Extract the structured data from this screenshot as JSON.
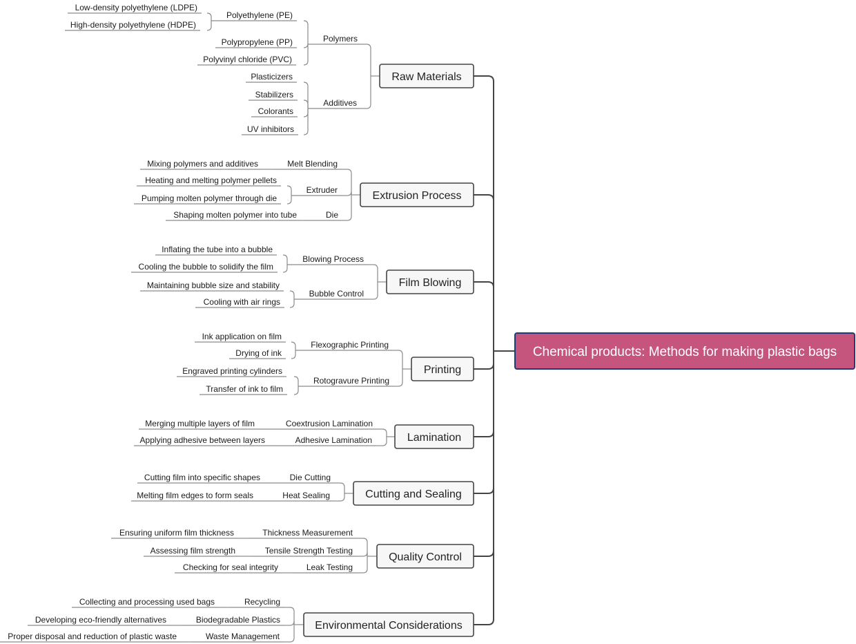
{
  "root": {
    "label": "Chemical products: Methods for making plastic bags",
    "fill_color": "#c5557d",
    "border_color": "#1f3a7a"
  },
  "branches": [
    {
      "label": "Raw Materials",
      "children": [
        {
          "label": "Polymers",
          "children": [
            {
              "label": "Polyethylene (PE)",
              "children": [
                {
                  "label": "Low-density polyethylene (LDPE)"
                },
                {
                  "label": "High-density polyethylene (HDPE)"
                }
              ]
            },
            {
              "label": "Polypropylene (PP)"
            },
            {
              "label": "Polyvinyl chloride (PVC)"
            }
          ]
        },
        {
          "label": "Additives",
          "children": [
            {
              "label": "Plasticizers"
            },
            {
              "label": "Stabilizers"
            },
            {
              "label": "Colorants"
            },
            {
              "label": "UV inhibitors"
            }
          ]
        }
      ]
    },
    {
      "label": "Extrusion Process",
      "children": [
        {
          "label": "Melt Blending",
          "children": [
            {
              "label": "Mixing polymers and additives"
            }
          ]
        },
        {
          "label": "Extruder",
          "children": [
            {
              "label": "Heating and melting polymer pellets"
            },
            {
              "label": "Pumping molten polymer through die"
            }
          ]
        },
        {
          "label": "Die",
          "children": [
            {
              "label": "Shaping molten polymer into tube"
            }
          ]
        }
      ]
    },
    {
      "label": "Film Blowing",
      "children": [
        {
          "label": "Blowing Process",
          "children": [
            {
              "label": "Inflating the tube into a bubble"
            },
            {
              "label": "Cooling the bubble to solidify the film"
            }
          ]
        },
        {
          "label": "Bubble Control",
          "children": [
            {
              "label": "Maintaining bubble size and stability"
            },
            {
              "label": "Cooling with air rings"
            }
          ]
        }
      ]
    },
    {
      "label": "Printing",
      "children": [
        {
          "label": "Flexographic Printing",
          "children": [
            {
              "label": "Ink application on film"
            },
            {
              "label": "Drying of ink"
            }
          ]
        },
        {
          "label": "Rotogravure Printing",
          "children": [
            {
              "label": "Engraved printing cylinders"
            },
            {
              "label": "Transfer of ink to film"
            }
          ]
        }
      ]
    },
    {
      "label": "Lamination",
      "children": [
        {
          "label": "Coextrusion Lamination",
          "children": [
            {
              "label": "Merging multiple layers of film"
            }
          ]
        },
        {
          "label": "Adhesive Lamination",
          "children": [
            {
              "label": "Applying adhesive between layers"
            }
          ]
        }
      ]
    },
    {
      "label": "Cutting and Sealing",
      "children": [
        {
          "label": "Die Cutting",
          "children": [
            {
              "label": "Cutting film into specific shapes"
            }
          ]
        },
        {
          "label": "Heat Sealing",
          "children": [
            {
              "label": "Melting film edges to form seals"
            }
          ]
        }
      ]
    },
    {
      "label": "Quality Control",
      "children": [
        {
          "label": "Thickness Measurement",
          "children": [
            {
              "label": "Ensuring uniform film thickness"
            }
          ]
        },
        {
          "label": "Tensile Strength Testing",
          "children": [
            {
              "label": "Assessing film strength"
            }
          ]
        },
        {
          "label": "Leak Testing",
          "children": [
            {
              "label": "Checking for seal integrity"
            }
          ]
        }
      ]
    },
    {
      "label": "Environmental Considerations",
      "children": [
        {
          "label": "Recycling",
          "children": [
            {
              "label": "Collecting and processing used bags"
            }
          ]
        },
        {
          "label": "Biodegradable Plastics",
          "children": [
            {
              "label": "Developing eco-friendly alternatives"
            }
          ]
        },
        {
          "label": "Waste Management",
          "children": [
            {
              "label": "Proper disposal and reduction of plastic waste"
            }
          ]
        }
      ]
    }
  ]
}
